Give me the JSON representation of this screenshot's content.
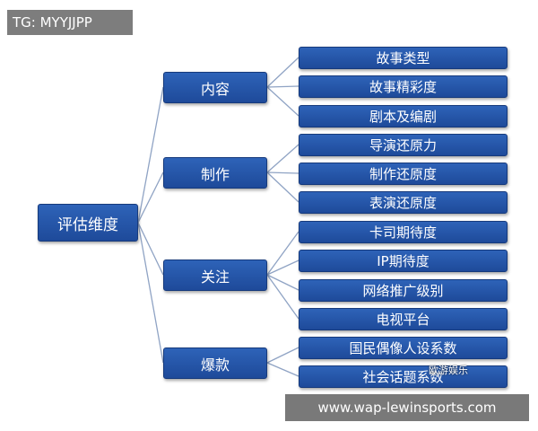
{
  "tag_label": "TG: MYYJJPP",
  "root": "评估维度",
  "groups": [
    {
      "label": "内容",
      "items": [
        "故事类型",
        "故事精彩度",
        "剧本及编剧"
      ]
    },
    {
      "label": "制作",
      "items": [
        "导演还原力",
        "制作还原度",
        "表演还原度"
      ]
    },
    {
      "label": "关注",
      "items": [
        "卡司期待度",
        "IP期待度",
        "网络推广级别",
        "电视平台"
      ]
    },
    {
      "label": "爆款",
      "items": [
        "国民偶像人设系数",
        "社会话题系数"
      ]
    }
  ],
  "watermark": "欧游娱乐",
  "url": "www.wap-lewinsports.com"
}
